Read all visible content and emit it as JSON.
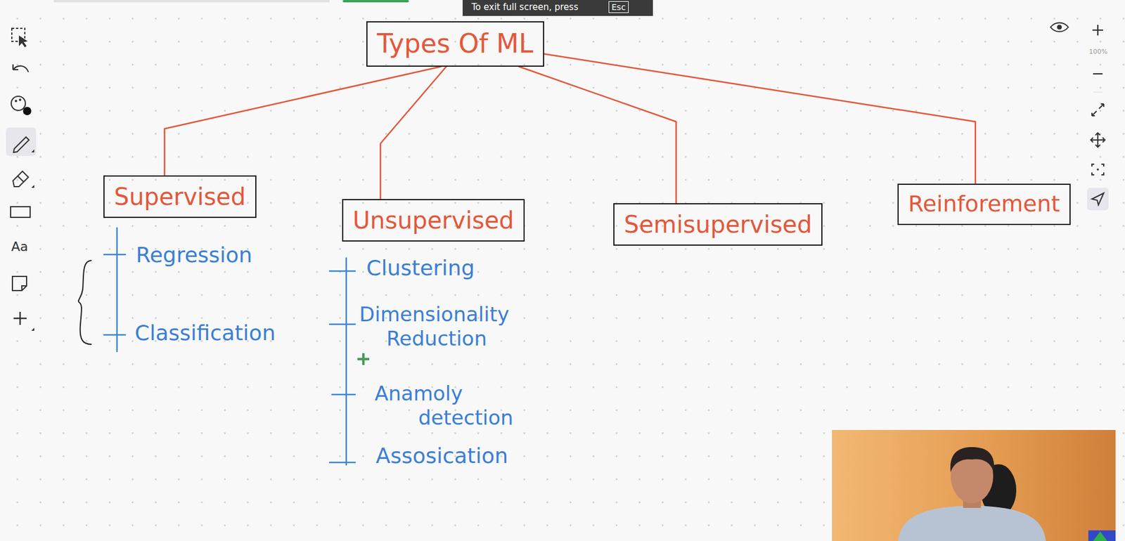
{
  "diagram": {
    "nodes": [
      {
        "text": [
          "Types Of ML"
        ]
      },
      {
        "text": [
          "Supervised"
        ]
      },
      {
        "text": [
          "Unsupervised"
        ]
      },
      {
        "text": [
          "Semisupervised"
        ]
      },
      {
        "text": [
          "Reinforement"
        ]
      }
    ],
    "edges": [
      {
        "from": 0,
        "to": 1,
        "arrow": "none"
      },
      {
        "from": 0,
        "to": 2,
        "arrow": "none"
      },
      {
        "from": 0,
        "to": 3,
        "arrow": "none"
      },
      {
        "from": 0,
        "to": 4,
        "arrow": "none"
      }
    ],
    "labels": [
      "Regression",
      "Classification",
      "Clustering",
      "Dimensionality Reduction",
      "Anamoly detection",
      "Assosication",
      "To exit full screen, press",
      "Esc",
      "Aa",
      "100%"
    ]
  }
}
